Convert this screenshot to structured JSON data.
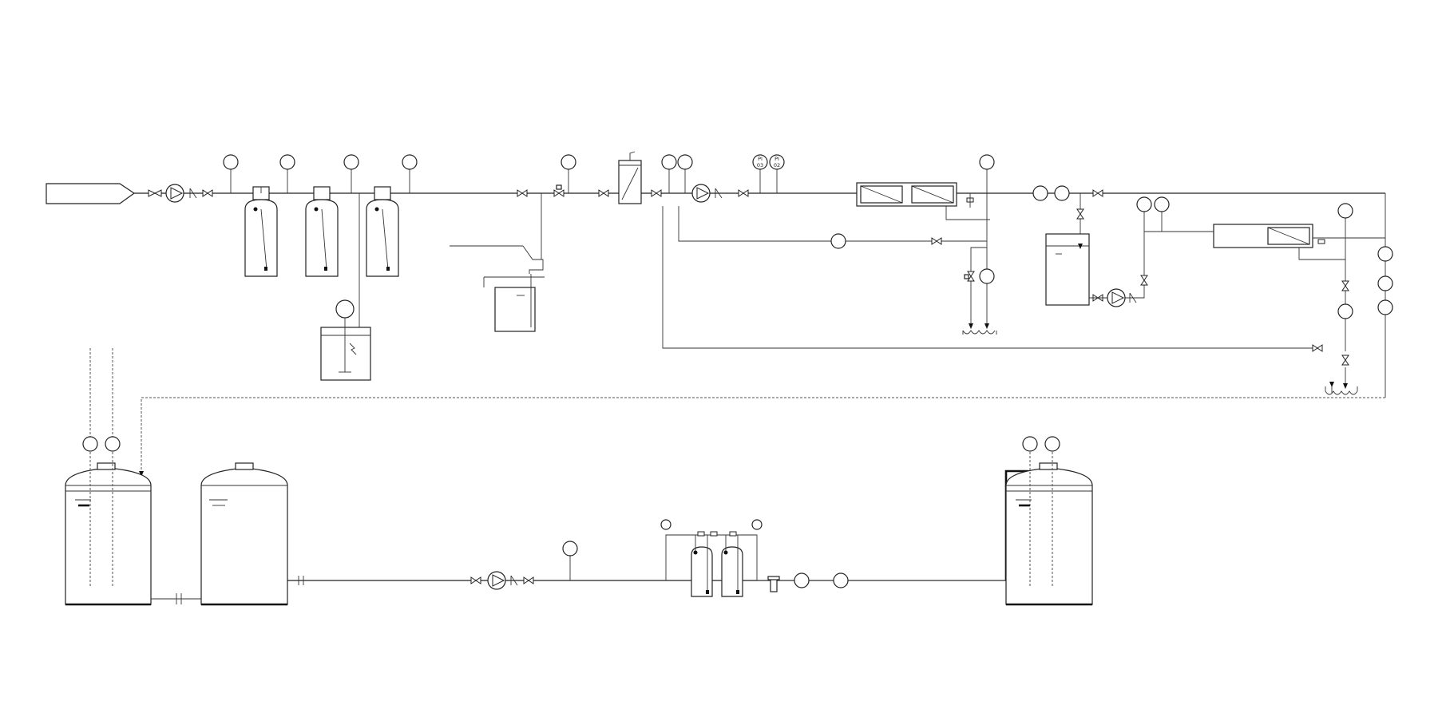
{
  "diagram": {
    "kind": "process flow diagram",
    "colors": {
      "line": "#222222",
      "background": "#ffffff"
    },
    "instrument_tags": [
      {
        "id": "pi-01",
        "line1": "PI",
        "line2": "03"
      },
      {
        "id": "pi-02",
        "line1": "PI",
        "line2": "02"
      }
    ]
  }
}
